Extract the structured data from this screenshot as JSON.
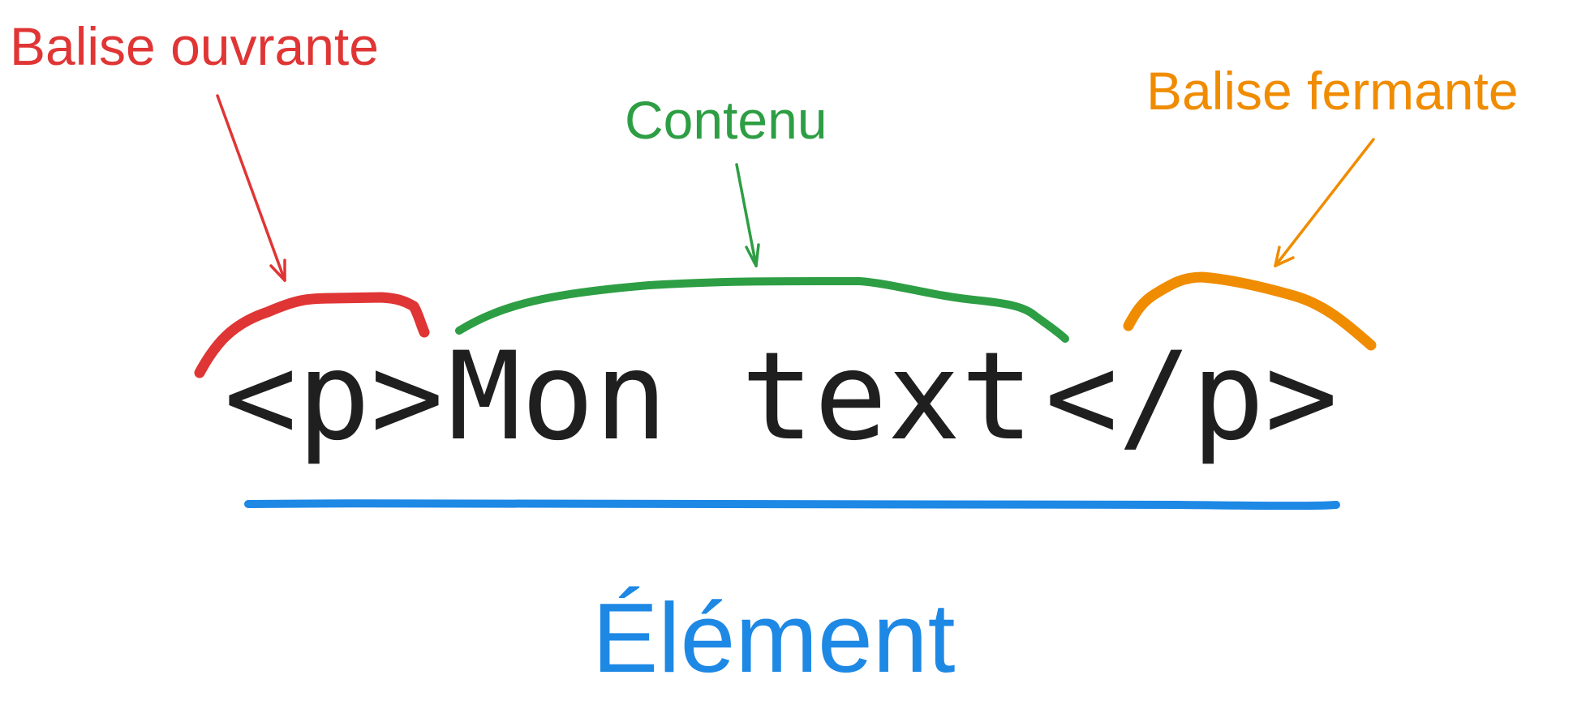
{
  "labels": {
    "opening_tag": "Balise ouvrante",
    "content": "Contenu",
    "closing_tag": "Balise fermante",
    "element": "Élément"
  },
  "code": {
    "opening_tag": "<p>",
    "content": "Mon text",
    "closing_tag": "</p>"
  },
  "colors": {
    "opening_tag": "#e03535",
    "content": "#2e9e44",
    "closing_tag": "#f08c00",
    "element": "#1e88e5",
    "code": "#1f1f1f"
  }
}
